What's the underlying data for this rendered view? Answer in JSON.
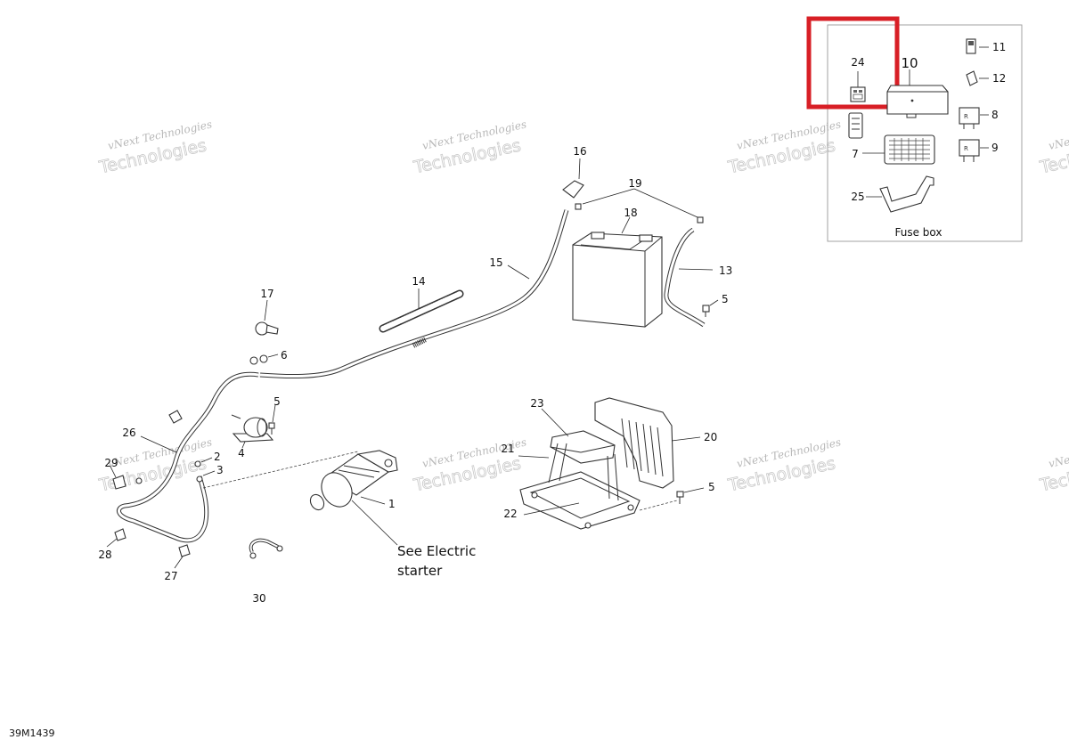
{
  "diagram": {
    "code": "39M1439",
    "highlight_color": "#d81f26",
    "fuse_box_title": "Fuse box",
    "note": [
      "See Electric",
      "starter"
    ],
    "watermark": [
      "vNext Technologies",
      "Technologies"
    ],
    "callouts": {
      "c1": "1",
      "c2": "2",
      "c3": "3",
      "c4": "4",
      "c5a": "5",
      "c5b": "5",
      "c5c": "5",
      "c6": "6",
      "c7": "7",
      "c8": "8",
      "c9": "9",
      "c10": "10",
      "c11": "11",
      "c12": "12",
      "c13": "13",
      "c14": "14",
      "c15": "15",
      "c16": "16",
      "c17": "17",
      "c18": "18",
      "c19": "19",
      "c20": "20",
      "c21": "21",
      "c22": "22",
      "c23": "23",
      "c24": "24",
      "c25": "25",
      "c26": "26",
      "c27": "27",
      "c28": "28",
      "c29": "29",
      "c30": "30"
    }
  }
}
